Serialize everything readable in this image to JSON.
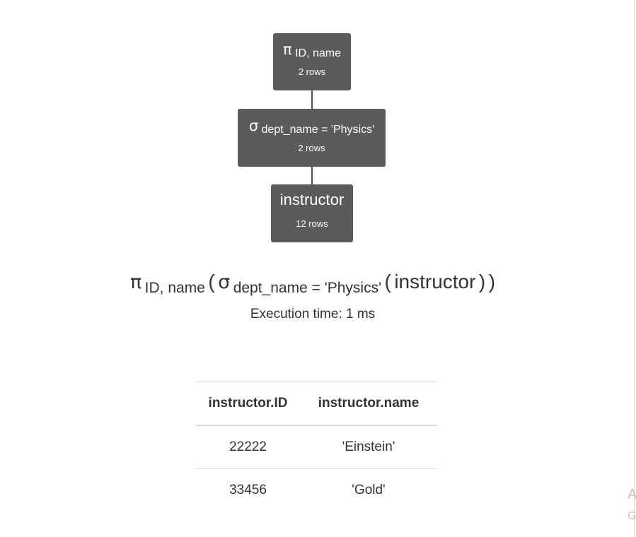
{
  "tree": {
    "projection": {
      "symbol": "π",
      "attributes": "ID, name",
      "rows": "2 rows"
    },
    "selection": {
      "symbol": "σ",
      "condition": "dept_name = 'Physics'",
      "rows": "2 rows"
    },
    "relation": {
      "name": "instructor",
      "rows": "12 rows"
    }
  },
  "formula": {
    "pi": "π",
    "pi_sub": "ID, name",
    "open1": "(",
    "sigma": "σ",
    "sigma_sub": "dept_name = 'Physics'",
    "open2": "(",
    "relation": "instructor",
    "close2": ")",
    "close1": ")"
  },
  "execution_time": "Execution time: 1 ms",
  "result_table": {
    "headers": [
      "instructor.ID",
      "instructor.name"
    ],
    "rows": [
      [
        "22222",
        "'Einstein'"
      ],
      [
        "33456",
        "'Gold'"
      ]
    ]
  },
  "edge_clipped": {
    "letter_a": "A",
    "letter_g": "G"
  }
}
